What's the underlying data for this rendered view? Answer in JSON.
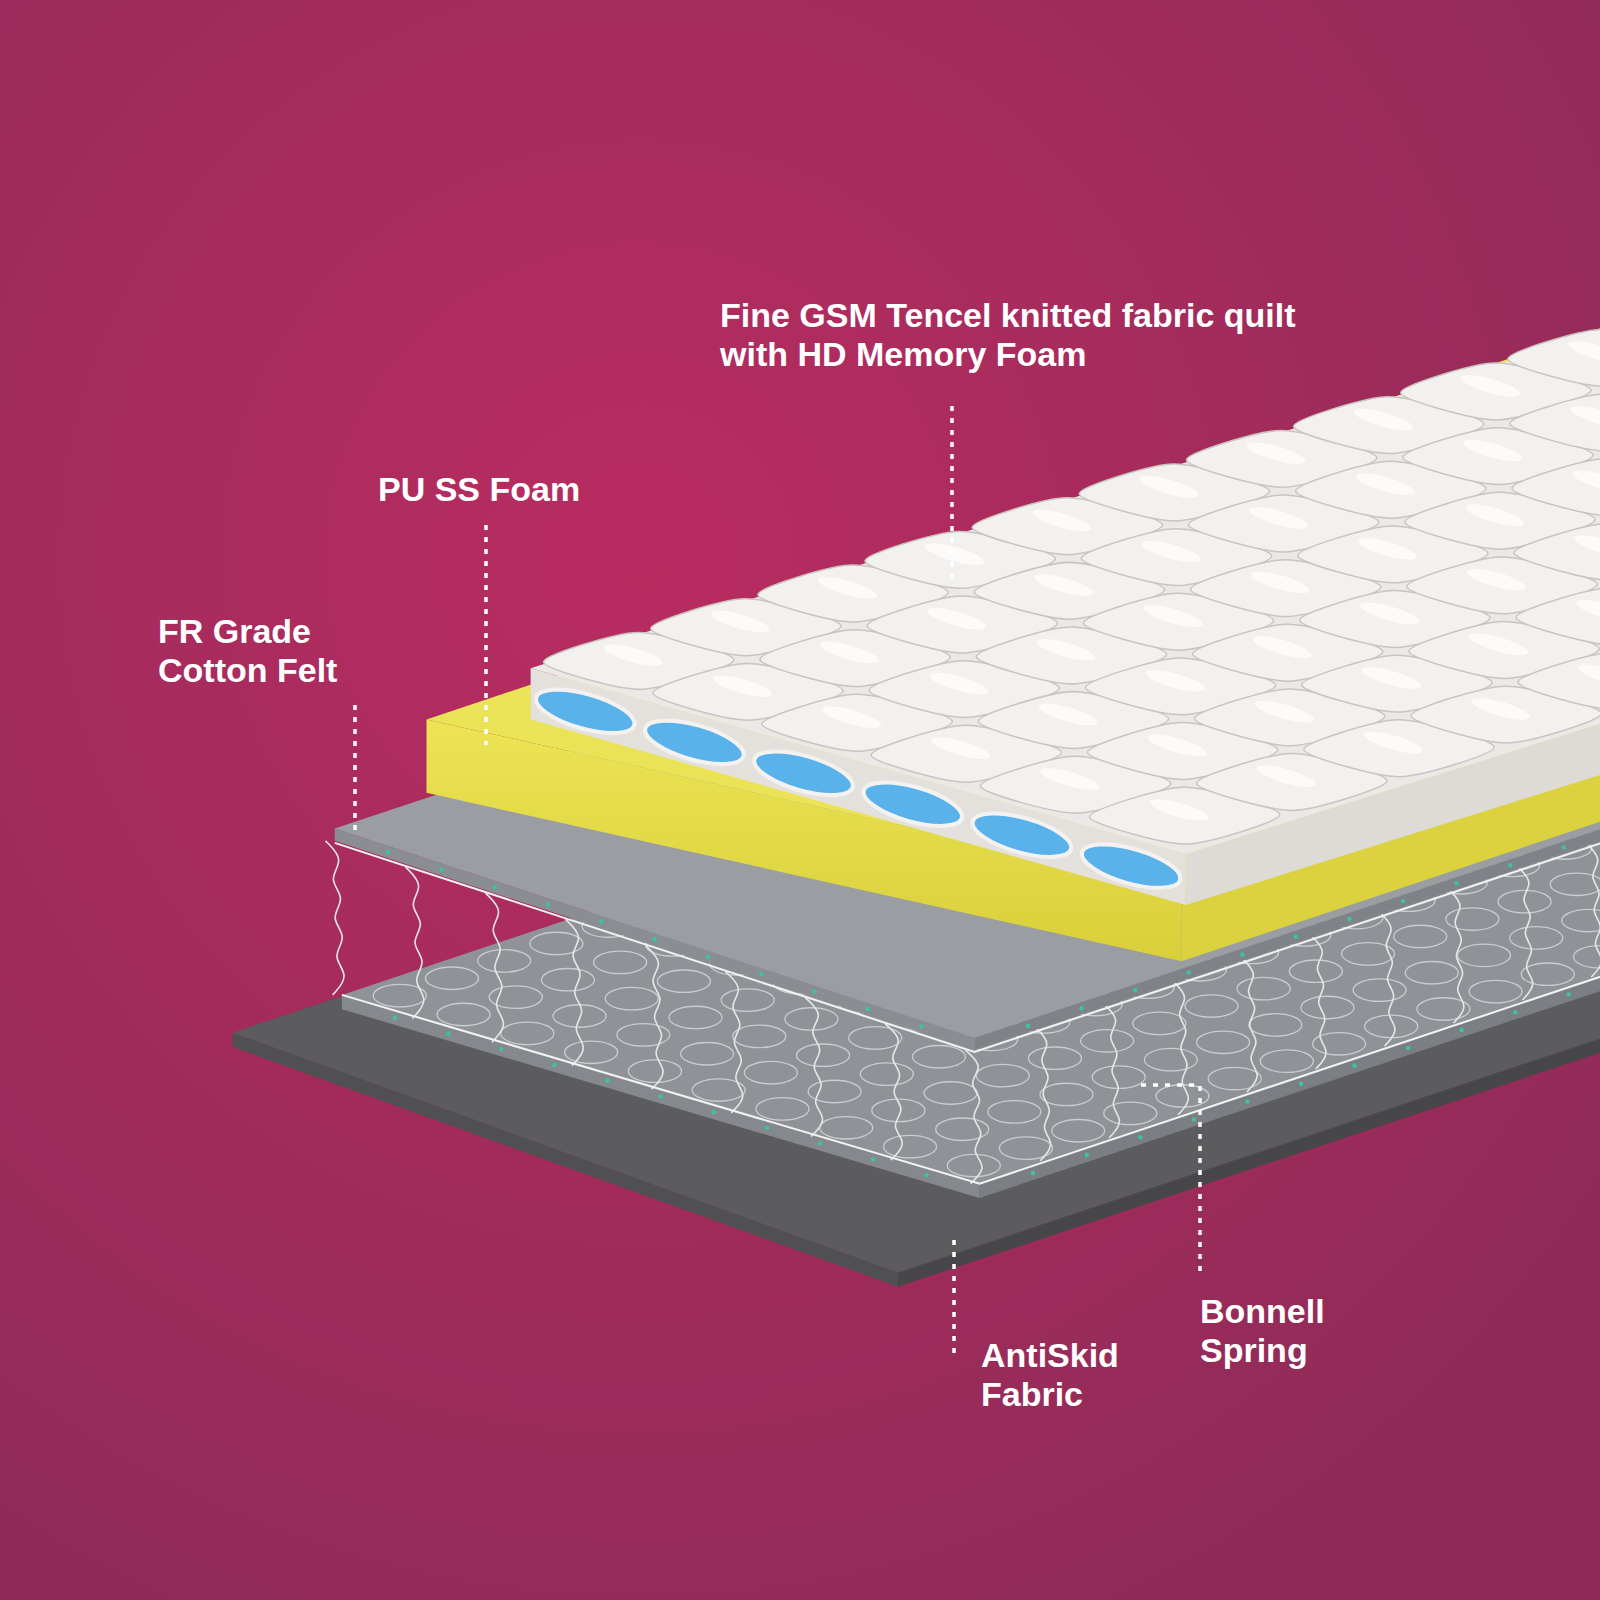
{
  "diagram": {
    "labels": [
      "Fine GSM Tencel knitted fabric quilt with HD Memory Foam",
      "PU SS Foam",
      "FR Grade Cotton Felt",
      "AntiSkid Fabric",
      "Bonnell Spring"
    ]
  }
}
